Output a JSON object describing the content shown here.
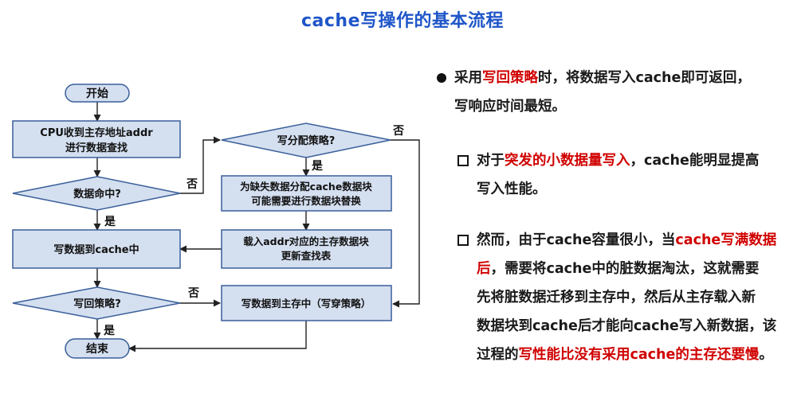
{
  "title": "cache写操作的基本流程",
  "flowchart": {
    "start": "开始",
    "lookup_line1": "CPU收到主存地址addr",
    "lookup_line2": "进行数据查找",
    "hit_question": "数据命中?",
    "write_cache": "写数据到cache中",
    "writeback_question": "写回策略?",
    "end": "结束",
    "alloc_question": "写分配策略?",
    "alloc_line1": "为缺失数据分配cache数据块",
    "alloc_line2": "可能需要进行数据块替换",
    "load_line1": "载入addr对应的主存数据块",
    "load_line2": "更新查找表",
    "write_mem": "写数据到主存中（写穿策略）",
    "yes": "是",
    "no": "否"
  },
  "notes": {
    "p1": {
      "a": "采用",
      "b": "写回策略",
      "c": "时，将数据写入cache即可返回，",
      "d": "写响应时间最短。"
    },
    "p2": {
      "a": "对于",
      "b": "突发的",
      "c": "小数据量写入",
      "d": "，cache能明显提高",
      "e": "写入性能。"
    },
    "p3": {
      "a": "然而，由于cache容量很小，当",
      "b": "cache写满数据",
      "c": "后",
      "d": "，需要将cache中的脏数据淘汰，这就需要",
      "e": "先将脏数据迁移到主存中，然后从主存载入新",
      "f": "数据块到cache后才能向cache写入新数据，该",
      "g": "过程的",
      "h": "写性能比没有采用cache的主存还要慢",
      "i": "。"
    }
  },
  "colors": {
    "title": "#1f56c8",
    "box_fill": "#d4dff0",
    "box_stroke": "#3a5f9a",
    "emphasis": "#d00000"
  }
}
